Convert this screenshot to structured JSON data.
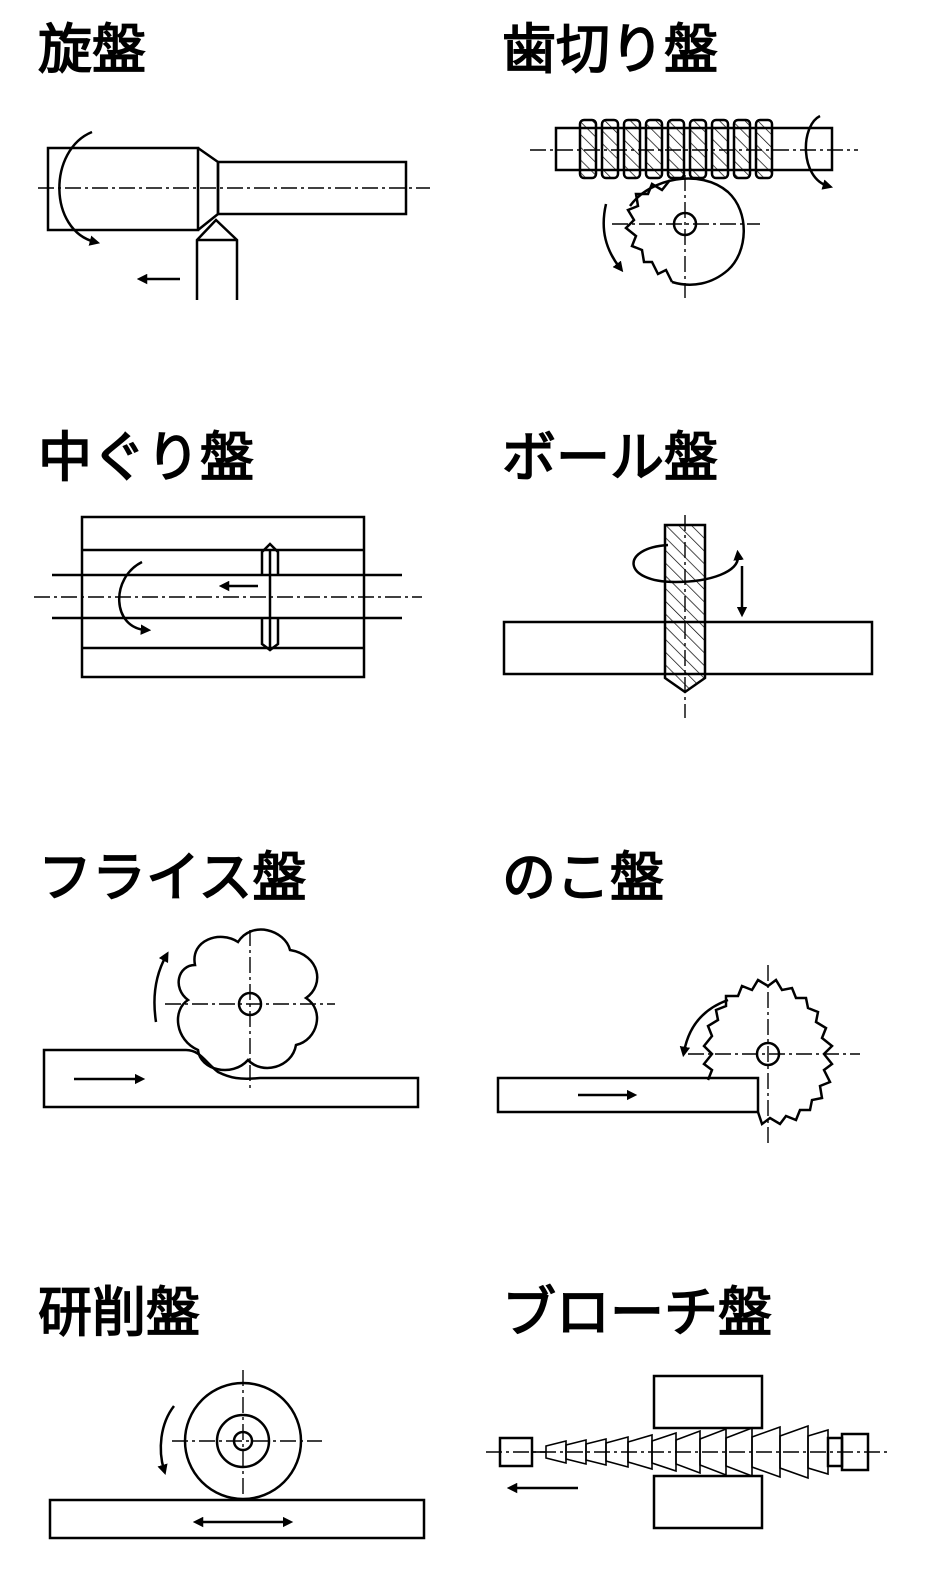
{
  "panels": {
    "lathe": {
      "title": "旋盤"
    },
    "gear_cutting": {
      "title": "歯切り盤"
    },
    "boring": {
      "title": "中ぐり盤"
    },
    "drilling": {
      "title": "ボール盤"
    },
    "milling": {
      "title": "フライス盤"
    },
    "sawing": {
      "title": "のこ盤"
    },
    "grinding": {
      "title": "研削盤"
    },
    "broaching": {
      "title": "ブローチ盤"
    }
  }
}
